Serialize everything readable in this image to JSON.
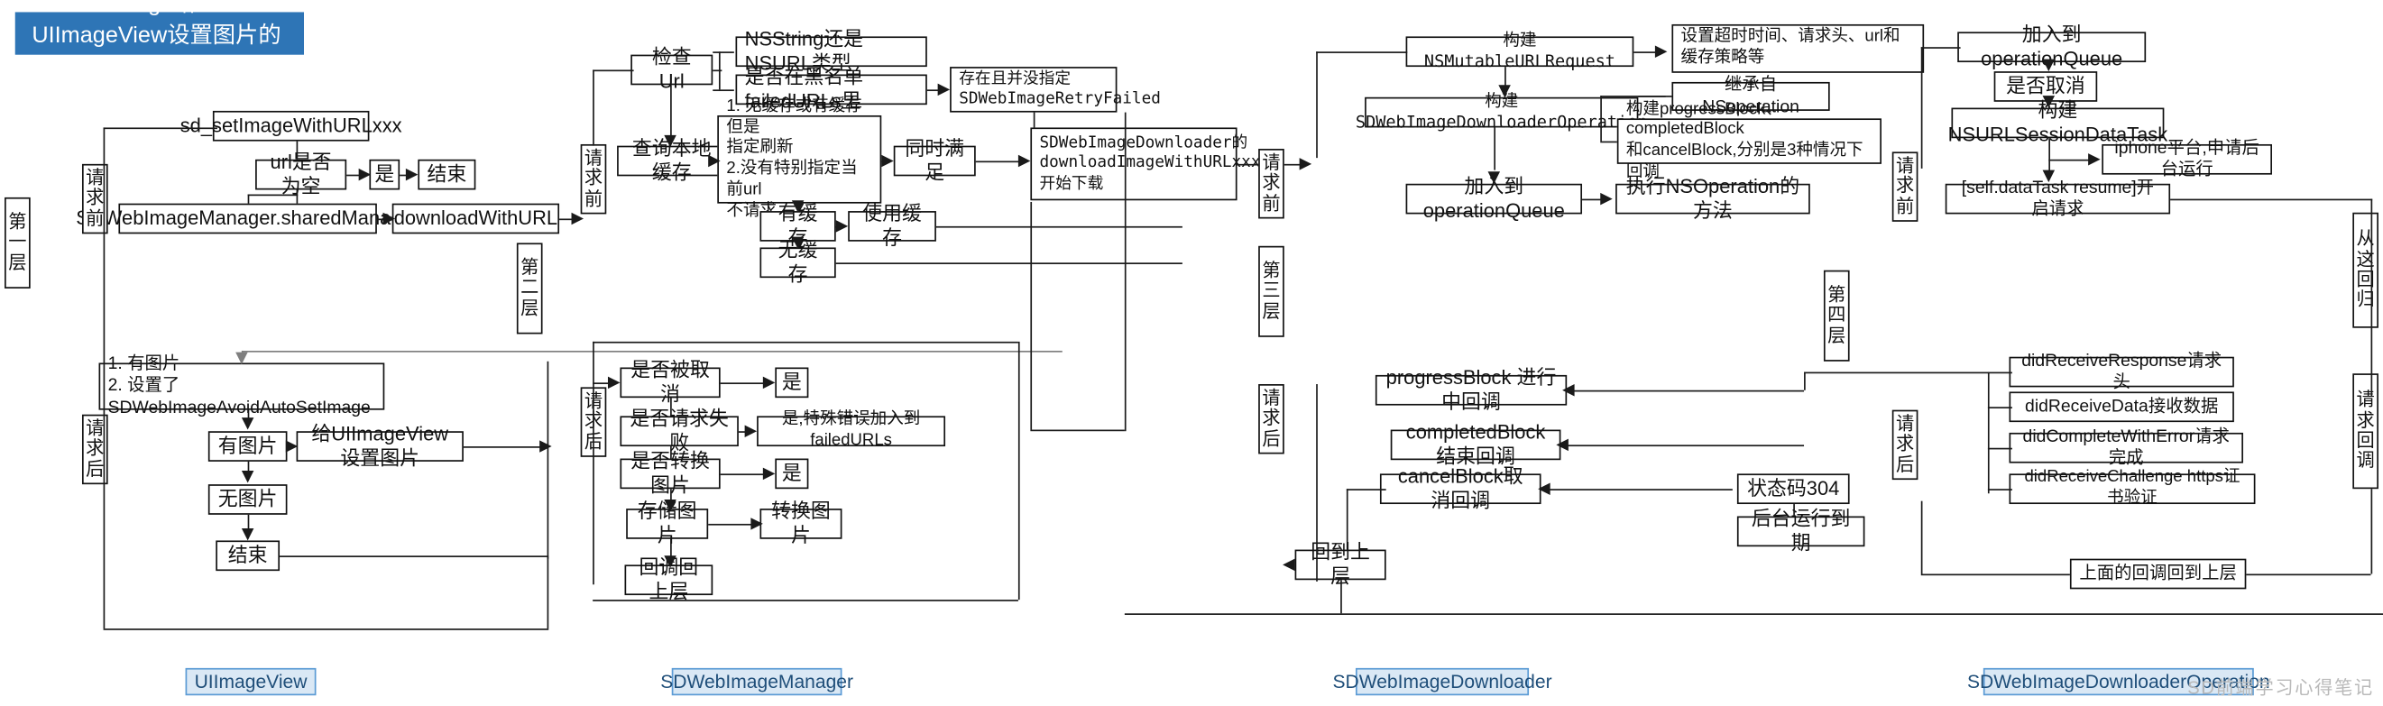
{
  "title": {
    "text": "SDWebImage给UIImageView设置图片的运行图",
    "bg": "#2e75b6",
    "fg": "#ffffff"
  },
  "lane_labels": {
    "req_before_1": "请求前",
    "layer_1": "第一层",
    "req_after_1": "请求后",
    "layer_2": "第二层",
    "req_before_2": "请求前",
    "req_after_2": "请求后",
    "layer_3": "第三层",
    "req_before_3": "请求前",
    "req_after_3": "请求后",
    "layer_4": "第四层",
    "return_here": "从这回归",
    "req_after_4": "请求回调"
  },
  "col1": {
    "sd_set_image": "sd_setImageWithURLxxx",
    "url_empty": "url是否为空",
    "yes": "是",
    "end_top": "结束",
    "shared_manager": "SDWebImageManager.sharedManager",
    "download_with_url": "downloadWithURL",
    "conditions": "1. 有图片\n2. 设置了SDWebImageAvoidAutoSetImage",
    "has_image": "有图片",
    "set_image_to_view": "给UIImageView设置图片",
    "no_image": "无图片",
    "end_bottom": "结束"
  },
  "col2": {
    "check_url": "检查Url",
    "nsstring_or_nsurl": "NSString还是NSURL类型",
    "in_blacklist": "是否在黑名单failedURLs里",
    "exists_no_retry": "存在且并没指定\nSDWebImageRetryFailed",
    "query_local_cache": "查询本地缓存",
    "cache_conditions": "1. 无缓存或有缓存但是\n指定刷新\n2.没有特别指定当前url\n不请求",
    "both_satisfied": "同时满足",
    "has_cache": "有缓存",
    "use_cache": "使用缓存",
    "no_cache": "无缓存",
    "downloader_start": "SDWebImageDownloader的\ndownloadImageWithURLxxx,\n开始下载",
    "is_cancelled": "是否被取消",
    "cancelled_yes": "是",
    "is_failed": "是否请求失败",
    "failed_yes": "是,特殊错误加入到failedURLs",
    "need_transform": "是否转换图片",
    "transform_yes": "是",
    "store_image": "存储图片",
    "transform_image": "转换图片",
    "callback_up": "回调回上层"
  },
  "col3": {
    "build_request": "构建NSMutableURLRequest",
    "request_settings": "设置超时时间、请求头、url和\n缓存策略等",
    "build_operation": "构建SDWebImageDownloaderOperation",
    "inherit_nsoperation": "继承自NSoperation",
    "build_blocks": "构建progressBlock、completedBlock\n和cancelBlock,分别是3种情况下回调",
    "add_to_queue": "加入到operationQueue",
    "exec_nsoperation": "执行NSOperation的方法",
    "progress_block": "progressBlock 进行中回调",
    "completed_block": "completedBlock结束回调",
    "cancel_block": "cancelBlock取消回调",
    "status_304": "状态码304",
    "background_expired": "后台运行到期",
    "back_to_upper": "回到上层"
  },
  "col4": {
    "add_to_queue": "加入到operationQueue",
    "is_cancelled": "是否取消",
    "build_datatask": "构建NSURLSessionDataTask",
    "iphone_background": "iphone平台,申请后台运行",
    "resume_request": "[self.dataTask resume]开启请求",
    "did_receive_response": "didReceiveResponse请求头",
    "did_receive_data": "didReceiveData接收数据",
    "did_complete_error": "didCompleteWithError请求完成",
    "did_receive_challenge": "didReceiveChallenge https证书验证",
    "callbacks_up": "上面的回调回到上层"
  },
  "footer": [
    {
      "label": "UIImageView"
    },
    {
      "label": "SDWebImageManager"
    },
    {
      "label": "SDWebImageDownloader"
    },
    {
      "label": "SDWebImageDownloaderOperation"
    }
  ],
  "watermark": "SD前端学习心得笔记"
}
